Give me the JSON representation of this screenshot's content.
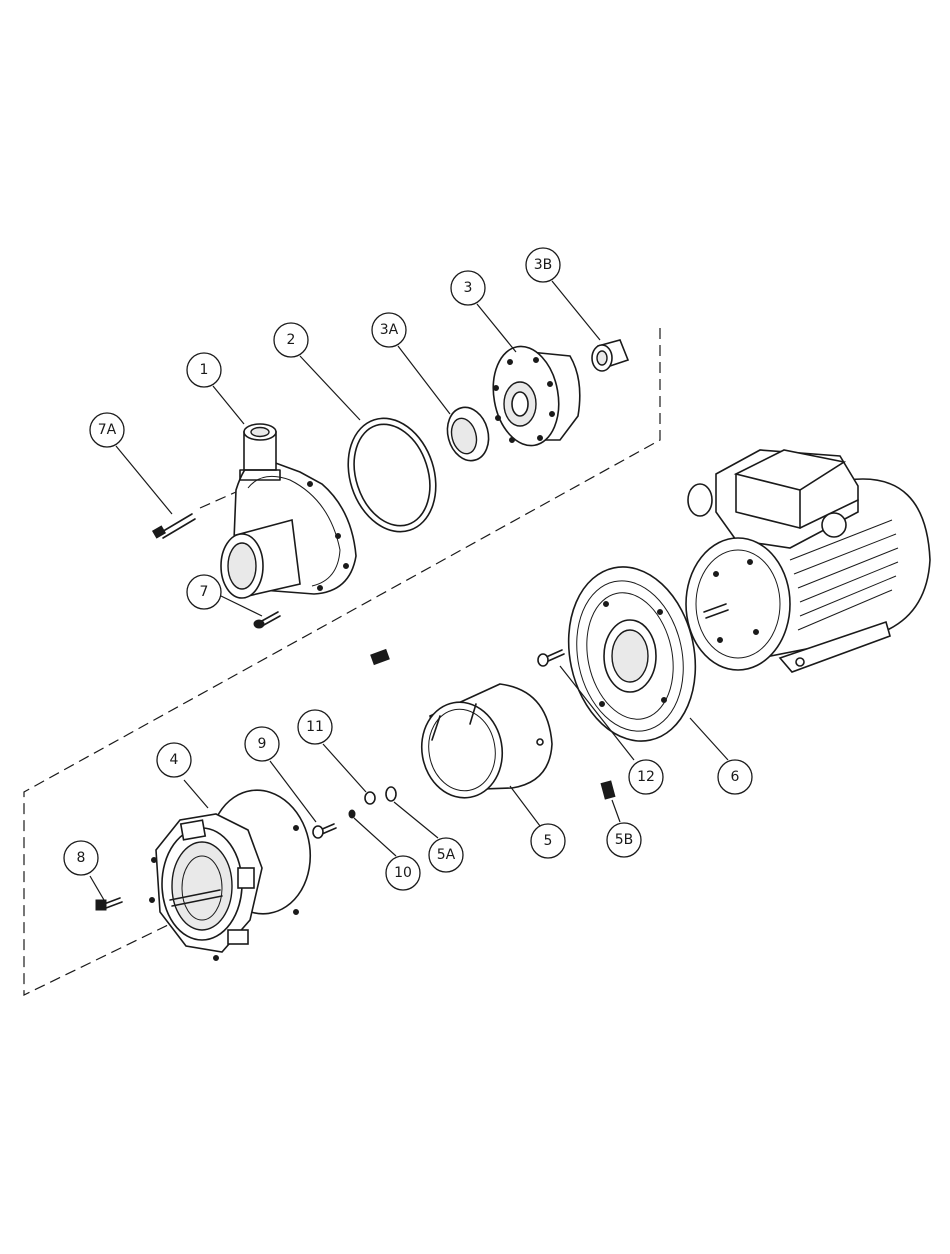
{
  "callouts": {
    "c1": "1",
    "c2": "2",
    "c3": "3",
    "c3a": "3A",
    "c3b": "3B",
    "c4": "4",
    "c5": "5",
    "c5a": "5A",
    "c5b": "5B",
    "c6": "6",
    "c7": "7",
    "c7a": "7A",
    "c8": "8",
    "c9": "9",
    "c10": "10",
    "c11": "11",
    "c12": "12"
  }
}
